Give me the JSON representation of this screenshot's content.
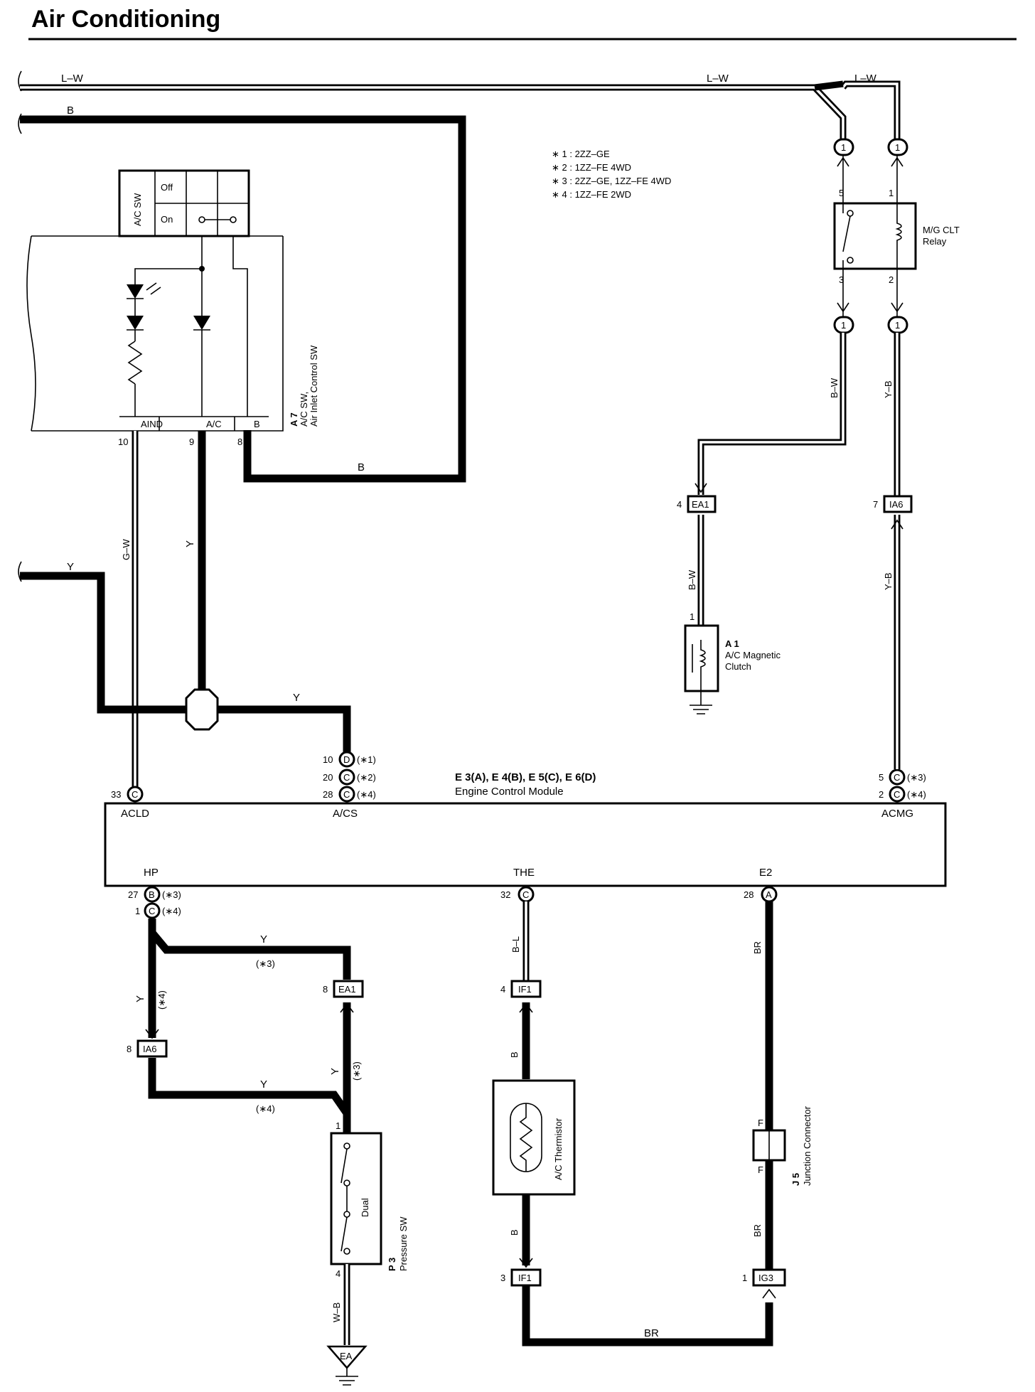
{
  "page": {
    "title": "Air Conditioning"
  },
  "notes": [
    "∗ 1 : 2ZZ–GE",
    "∗ 2 : 1ZZ–FE 4WD",
    "∗ 3 : 2ZZ–GE,  1ZZ–FE 4WD",
    "∗ 4 : 1ZZ–FE 2WD"
  ],
  "wires": {
    "lw": "L–W",
    "b": "B",
    "y": "Y",
    "gw": "G–W",
    "bw": "B–W",
    "yb": "Y–B",
    "bl": "B–L",
    "br": "BR",
    "wb": "W–B"
  },
  "variants": {
    "v1": "(∗1)",
    "v2": "(∗2)",
    "v3": "(∗3)",
    "v4": "(∗4)"
  },
  "components": {
    "a7": {
      "code": "A 7",
      "name1": "A/C SW,",
      "name2": "Air Inlet Control SW",
      "sw_label": "A/C SW",
      "off": "Off",
      "on": "On",
      "terminals": {
        "aind": "AIND",
        "ac": "A/C",
        "b": "B"
      },
      "pins": {
        "aind": "10",
        "ac": "9",
        "b": "8"
      }
    },
    "relay": {
      "name1": "M/G CLT",
      "name2": "Relay",
      "pins": {
        "p5": "5",
        "p1": "1",
        "p3": "3",
        "p2": "2"
      }
    },
    "a1": {
      "code": "A 1",
      "name1": "A/C Magnetic",
      "name2": "Clutch",
      "pin": "1"
    },
    "ecm": {
      "codes": "E 3(A), E 4(B), E 5(C), E 6(D)",
      "name": "Engine Control Module",
      "terminals": {
        "acld": "ACLD",
        "acs": "A/CS",
        "acmg": "ACMG",
        "hp": "HP",
        "the": "THE",
        "e2": "E2"
      }
    },
    "p3": {
      "code": "P 3",
      "name": "Pressure SW",
      "inner": "Dual",
      "pin_top": "1",
      "pin_bottom": "4"
    },
    "thermistor": {
      "name": "A/C Thermistor"
    },
    "j5": {
      "code": "J 5",
      "name": "Junction Connector",
      "pin_top": "F",
      "pin_bottom": "F"
    }
  },
  "connectors": {
    "ea1_top": {
      "label": "EA1",
      "pin": "4"
    },
    "ia6_top": {
      "label": "IA6",
      "pin": "7"
    },
    "ea1_left": {
      "label": "EA1",
      "pin": "8"
    },
    "ia6_left": {
      "label": "IA6",
      "pin": "8"
    },
    "if1_top": {
      "label": "IF1",
      "pin": "4"
    },
    "if1_bottom": {
      "label": "IF1",
      "pin": "3"
    },
    "ig3": {
      "label": "IG3",
      "pin": "1"
    },
    "ea_ground": {
      "label": "EA"
    },
    "jb_circle": "1"
  },
  "ecm_pins": {
    "acld": {
      "num": "33",
      "letter": "C"
    },
    "acs_1": {
      "num": "10",
      "letter": "D"
    },
    "acs_2": {
      "num": "20",
      "letter": "C"
    },
    "acs_4": {
      "num": "28",
      "letter": "C"
    },
    "acmg_3": {
      "num": "5",
      "letter": "C"
    },
    "acmg_4": {
      "num": "2",
      "letter": "C"
    },
    "hp_3": {
      "num": "27",
      "letter": "B"
    },
    "hp_4": {
      "num": "1",
      "letter": "C"
    },
    "the": {
      "num": "32",
      "letter": "C"
    },
    "e2": {
      "num": "28",
      "letter": "A"
    }
  }
}
